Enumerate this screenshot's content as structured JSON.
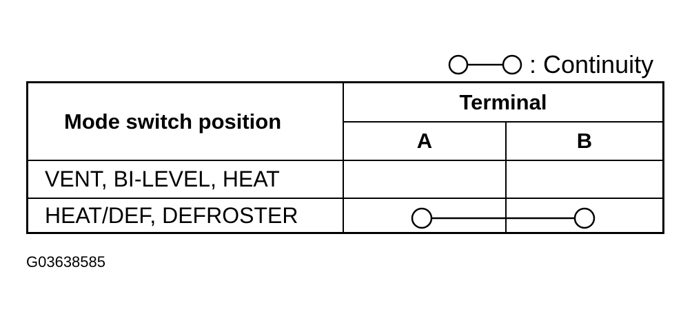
{
  "legend": {
    "text": ": Continuity",
    "symbol_icon": "continuity-symbol-icon"
  },
  "table": {
    "header": {
      "position_label": "Mode switch position",
      "terminal_label": "Terminal",
      "terminals": [
        "A",
        "B"
      ]
    },
    "rows": [
      {
        "label": "VENT, BI-LEVEL, HEAT",
        "continuity_a_b": false
      },
      {
        "label": "HEAT/DEF, DEFROSTER",
        "continuity_a_b": true
      }
    ]
  },
  "figure_id": "G03638585"
}
